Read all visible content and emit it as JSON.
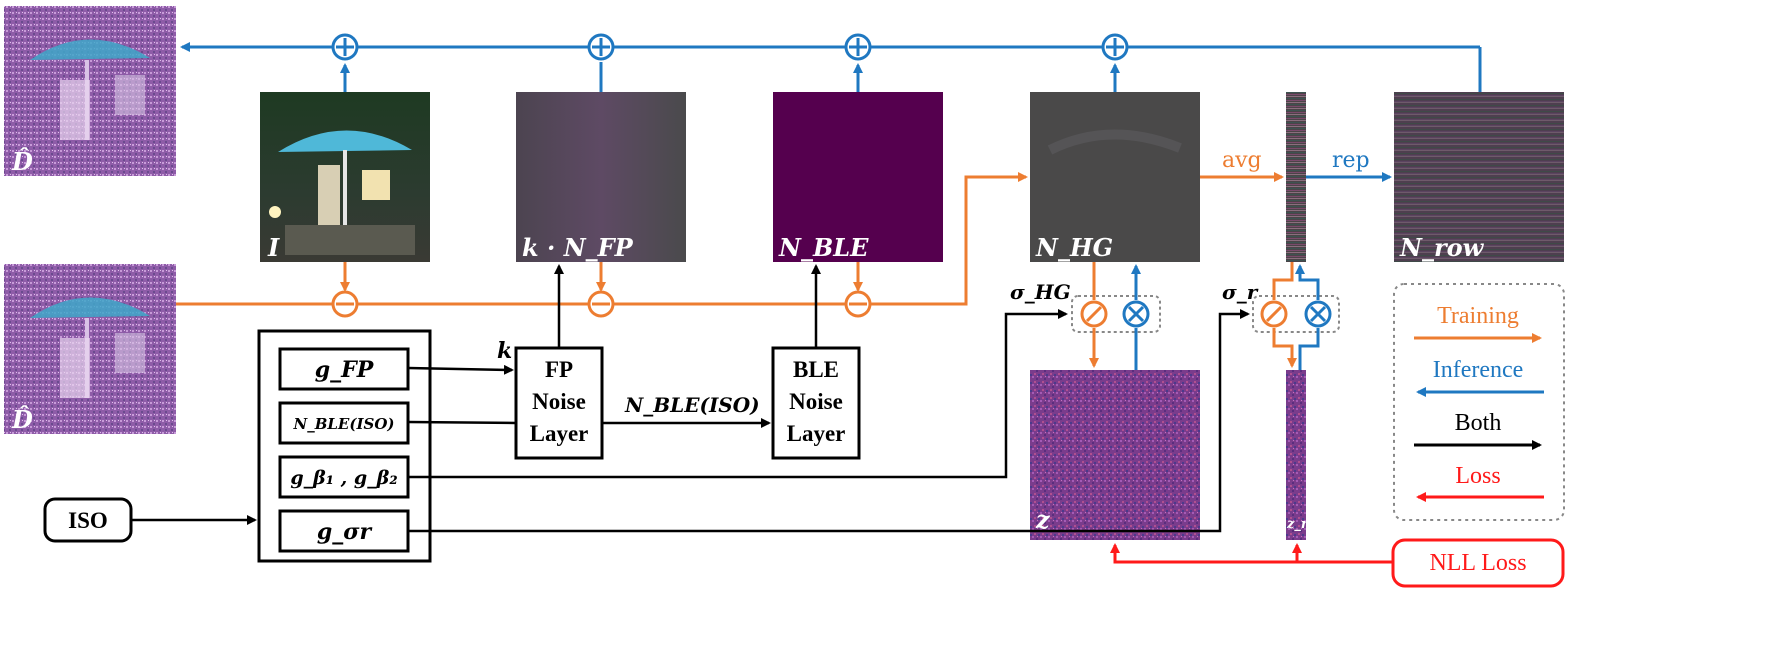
{
  "images": {
    "d_top": "D̂",
    "d_mid": "D̂",
    "clean": "I",
    "fixed_pattern": "k · N_FP",
    "black_level": "N_BLE",
    "heteroscedastic": "N_HG",
    "row_noise": "N_row",
    "latent_z": "z",
    "latent_zr": "z_r"
  },
  "param_block": {
    "g_fp": "g_FP",
    "n_ble_iso": "N_BLE(ISO)",
    "g_beta": "g_β₁ , g_β₂",
    "g_sigma": "g_σr"
  },
  "boxes": {
    "iso": "ISO",
    "fp_noise_layer": [
      "FP",
      "Noise",
      "Layer"
    ],
    "ble_noise_layer": [
      "BLE",
      "Noise",
      "Layer"
    ],
    "nll_loss": "NLL Loss"
  },
  "edge_labels": {
    "k": "k",
    "n_ble_iso": "N_BLE(ISO)",
    "avg": "avg",
    "rep": "rep",
    "sigma_hg": "σ_HG",
    "sigma_r": "σ_r"
  },
  "legend": {
    "items": [
      {
        "label": "Training",
        "color": "#ED7D31"
      },
      {
        "label": "Inference",
        "color": "#1F78C1"
      },
      {
        "label": "Both",
        "color": "#000000"
      },
      {
        "label": "Loss",
        "color": "#FF1A1A"
      }
    ]
  },
  "colors": {
    "training": "#ED7D31",
    "inference": "#1F78C1",
    "both": "#000000",
    "loss": "#FF1A1A"
  }
}
